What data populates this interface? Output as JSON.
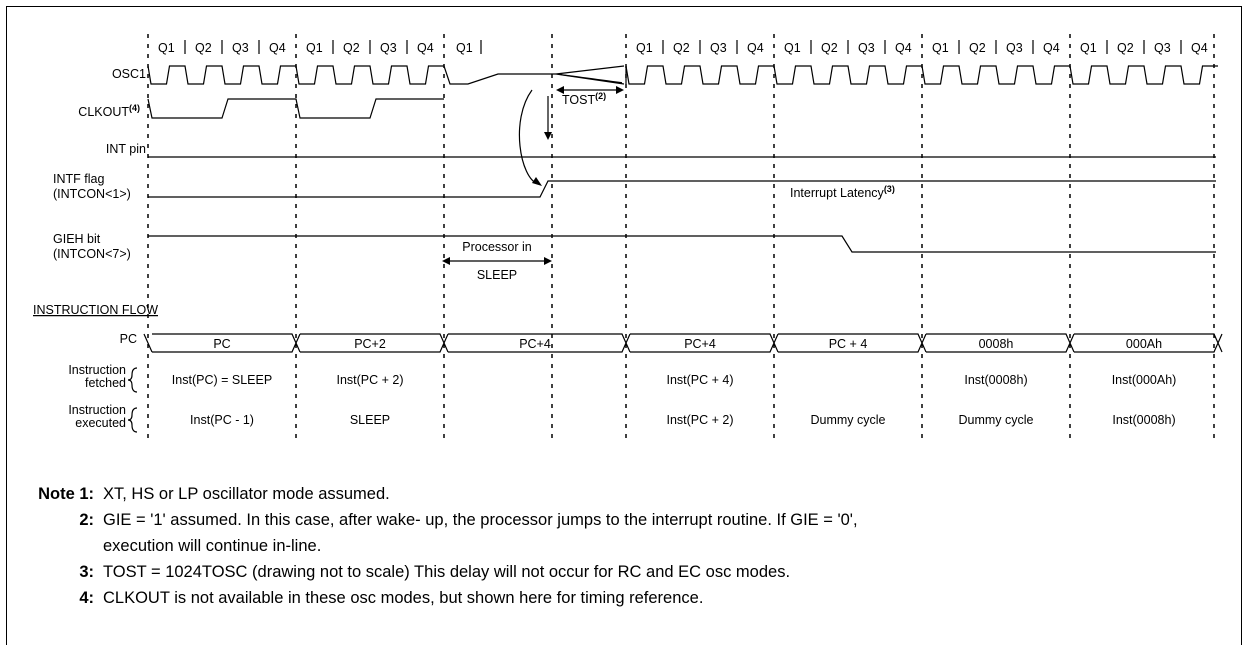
{
  "q_labels": [
    "Q1",
    "Q2",
    "Q3",
    "Q4"
  ],
  "sleep_q_label": "Q1",
  "signals": {
    "osc1": "OSC1",
    "clkout": "CLKOUT",
    "clkout_sup": "(4)",
    "int_pin": "INT pin",
    "intf_flag_line1": "INTF flag",
    "intf_flag_line2": "(INTCON<1>)",
    "gieh_line1": "GIEH bit",
    "gieh_line2": "(INTCON<7>)"
  },
  "annotations": {
    "tost": "TOST",
    "tost_sup": "(2)",
    "interrupt_latency": "Interrupt Latency",
    "interrupt_latency_sup": "(3)",
    "processor_line1": "Processor in",
    "processor_line2": "SLEEP"
  },
  "instruction_flow": {
    "heading": "INSTRUCTION FLOW",
    "pc_label": "PC",
    "pc_values": [
      "PC",
      "PC+2",
      "PC+4",
      "PC+4",
      "PC + 4",
      "0008h",
      "000Ah"
    ],
    "fetched_label_line1": "Instruction",
    "fetched_label_line2": "fetched",
    "fetched": [
      "Inst(PC) = SLEEP",
      "Inst(PC + 2)",
      "",
      "Inst(PC + 4)",
      "",
      "Inst(0008h)",
      "Inst(000Ah)"
    ],
    "executed_label_line1": "Instruction",
    "executed_label_line2": "executed",
    "executed": [
      "Inst(PC - 1)",
      "SLEEP",
      "",
      "Inst(PC + 2)",
      "Dummy cycle",
      "Dummy cycle",
      "Inst(0008h)"
    ]
  },
  "notes": [
    {
      "num": "Note 1:",
      "text": "XT, HS or LP oscillator mode assumed."
    },
    {
      "num": "2:",
      "text": "GIE = '1' assumed. In this case, after wake- up, the processor jumps to the interrupt routine. If GIE = '0',",
      "cont": "execution will continue in-line."
    },
    {
      "num": "3:",
      "text": "TOST = 1024TOSC (drawing not to scale) This delay will not occur for RC and EC osc modes."
    },
    {
      "num": "4:",
      "text": "CLKOUT is not available in these osc modes, but shown here for timing reference."
    }
  ]
}
